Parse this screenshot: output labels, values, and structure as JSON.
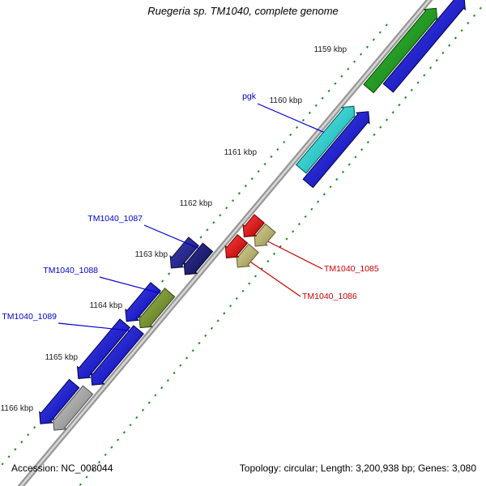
{
  "title": "Ruegeria sp. TM1040, complete genome",
  "status_bar": {
    "accession": "Accession: NC_008044",
    "genome_info": "Topology: circular; Length: 3,200,938 bp; Genes: 3,080"
  },
  "ruler": {
    "unit": "kbp",
    "tick_values_kbp": [
      1159,
      1160,
      1161,
      1162,
      1163,
      1164,
      1165,
      1166
    ],
    "tick_labels": [
      "1159 kbp",
      "1160 kbp",
      "1161 kbp",
      "1162 kbp",
      "1163 kbp",
      "1164 kbp",
      "1165 kbp",
      "1166 kbp"
    ]
  },
  "gene_labels": [
    {
      "text": "pgk",
      "color": "#0000CC",
      "points_to": "cds-pgk"
    },
    {
      "text": "TM1040_1087",
      "color": "#0000CC",
      "points_to": "cds-TM1040_1087"
    },
    {
      "text": "TM1040_1088",
      "color": "#0000CC",
      "points_to": "cds-TM1040_1088"
    },
    {
      "text": "TM1040_1089",
      "color": "#0000CC",
      "points_to": "cds-TM1040_1089"
    },
    {
      "text": "TM1040_1085",
      "color": "#CC0000",
      "points_to": "gene-TM1040_1085"
    },
    {
      "text": "TM1040_1086",
      "color": "#CC0000",
      "points_to": "gene-TM1040_1086"
    }
  ],
  "features": [
    {
      "id": "gene-top-unlabeled",
      "track": "gene",
      "side": "right",
      "color": "blue",
      "start_kbp": 1157.55,
      "end_kbp": 1159.35,
      "direction": "up"
    },
    {
      "id": "cds-top-unlabeled",
      "track": "cds",
      "side": "right",
      "color": "green",
      "start_kbp": 1157.95,
      "end_kbp": 1159.55,
      "direction": "up"
    },
    {
      "id": "gene-pgk",
      "track": "gene",
      "side": "right",
      "color": "blue",
      "start_kbp": 1159.82,
      "end_kbp": 1161.25,
      "direction": "up"
    },
    {
      "id": "cds-pgk",
      "track": "cds",
      "side": "right",
      "color": "cyan",
      "start_kbp": 1159.9,
      "end_kbp": 1161.15,
      "direction": "up"
    },
    {
      "id": "gene-TM1040_1085",
      "track": "gene",
      "side": "right",
      "color": "khaki",
      "start_kbp": 1162.14,
      "end_kbp": 1162.5,
      "direction": "down"
    },
    {
      "id": "gene-TM1040_1086",
      "track": "gene",
      "side": "right",
      "color": "khaki",
      "start_kbp": 1162.54,
      "end_kbp": 1162.92,
      "direction": "down"
    },
    {
      "id": "cds-TM1040_1085",
      "track": "cds",
      "side": "right",
      "color": "red",
      "start_kbp": 1162.14,
      "end_kbp": 1162.5,
      "direction": "down"
    },
    {
      "id": "cds-TM1040_1086",
      "track": "cds",
      "side": "right",
      "color": "red",
      "start_kbp": 1162.54,
      "end_kbp": 1162.92,
      "direction": "down"
    },
    {
      "id": "cds-TM1040_1087",
      "track": "cds",
      "side": "left",
      "color": "navy",
      "start_kbp": 1162.98,
      "end_kbp": 1163.52,
      "direction": "down"
    },
    {
      "id": "gene-TM1040_1087",
      "track": "gene",
      "side": "left",
      "color": "navy2",
      "start_kbp": 1163.05,
      "end_kbp": 1163.58,
      "direction": "down"
    },
    {
      "id": "cds-TM1040_1088",
      "track": "cds",
      "side": "left",
      "color": "olive",
      "start_kbp": 1163.88,
      "end_kbp": 1164.58,
      "direction": "down"
    },
    {
      "id": "gene-TM1040_1088",
      "track": "gene",
      "side": "left",
      "color": "blue",
      "start_kbp": 1163.95,
      "end_kbp": 1164.64,
      "direction": "down"
    },
    {
      "id": "cds-TM1040_1089",
      "track": "cds",
      "side": "left",
      "color": "blue",
      "start_kbp": 1164.62,
      "end_kbp": 1165.72,
      "direction": "down"
    },
    {
      "id": "gene-TM1040_1089",
      "track": "gene",
      "side": "left",
      "color": "blue",
      "start_kbp": 1164.68,
      "end_kbp": 1165.78,
      "direction": "down"
    },
    {
      "id": "cds-bottom-unlabeled",
      "track": "cds",
      "side": "left",
      "color": "gray",
      "start_kbp": 1165.82,
      "end_kbp": 1166.62,
      "direction": "down"
    },
    {
      "id": "gene-bottom-unlabeled",
      "track": "gene",
      "side": "left",
      "color": "blue",
      "start_kbp": 1165.88,
      "end_kbp": 1166.68,
      "direction": "down"
    }
  ],
  "palette": {
    "blue": {
      "light": "#4A4AF0",
      "dark": "#0000A8",
      "stroke": "#00004A"
    },
    "green": {
      "light": "#3FC43F",
      "dark": "#0B700B",
      "stroke": "#054205"
    },
    "cyan": {
      "light": "#6EF2F2",
      "dark": "#00A3A3",
      "stroke": "#005555"
    },
    "red": {
      "light": "#FF4040",
      "dark": "#B00000",
      "stroke": "#660000"
    },
    "khaki": {
      "light": "#D8D296",
      "dark": "#97914F",
      "stroke": "#5E5A2E"
    },
    "navy": {
      "light": "#3333A0",
      "dark": "#0D0D4D",
      "stroke": "#06062A"
    },
    "navy2": {
      "light": "#4040B8",
      "dark": "#15156A",
      "stroke": "#090936"
    },
    "olive": {
      "light": "#9CBF4E",
      "dark": "#55671A",
      "stroke": "#333E0F"
    },
    "gray": {
      "light": "#CFCFCF",
      "dark": "#7A7A7A",
      "stroke": "#4D4D4D"
    },
    "backbone": "#979797",
    "backbone_highlight": "#D8D8D8",
    "divider_dash": "#1E8A1E"
  }
}
